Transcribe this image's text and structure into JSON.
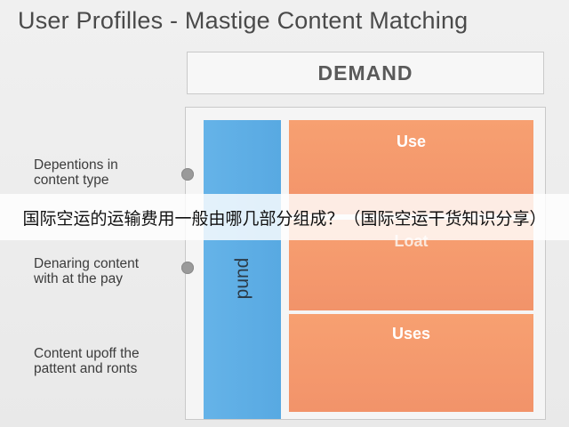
{
  "title": "User Profilles - Mastige Content Matching",
  "demand_header": "DEMAND",
  "supply_column_label": "pund",
  "orange_cells": [
    "Use",
    "Loat",
    "Uses"
  ],
  "row_labels": [
    [
      "Depentions in",
      "content type"
    ],
    [
      "Denaring content",
      "with at the pay"
    ],
    [
      "Content upoff the",
      "pattent and ronts"
    ]
  ],
  "overlay_banner": "国际空运的运输费用一般由哪几部分组成？（国际空运干货知识分享）",
  "colors": {
    "blue": "#5aace4",
    "orange": "#f4976c",
    "background": "#ececec"
  },
  "icons": [
    "connector-dot-icon",
    "connector-dot-icon"
  ]
}
